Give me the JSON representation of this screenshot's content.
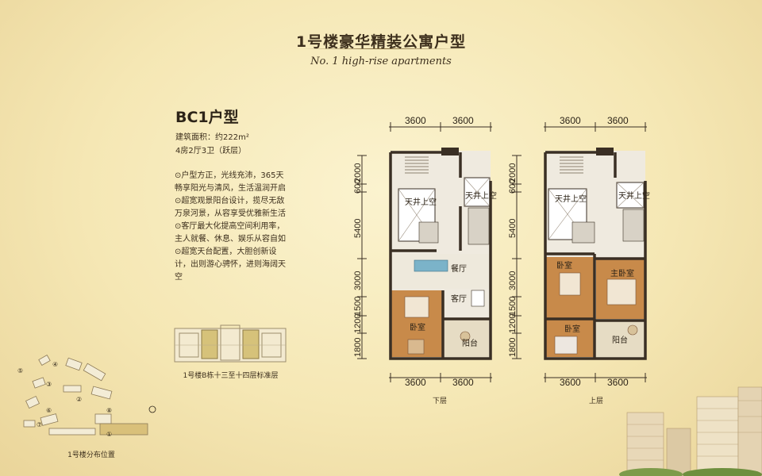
{
  "header": {
    "title_cn": "1号楼豪华精装公寓户型",
    "title_en": "No. 1  high-rise apartments"
  },
  "unit": {
    "name": "BC1户型",
    "area": "建筑面积：约222m²",
    "layout": "4房2厅3卫（跃层）",
    "features": [
      "⊙户型方正，光线充沛，365天畅享阳光与清风，生活温润开启",
      "⊙超宽观景阳台设计，揽尽无敌万泉河景，从容享受优雅新生活",
      "⊙客厅最大化提高空间利用率，主人就餐、休息、娱乐从容自如",
      "⊙超宽天台配置，大胆创新设计，出则游心骋怀，进则海阔天空"
    ]
  },
  "key_plan": {
    "caption": "1号楼B栋十三至十四层标准层"
  },
  "site_map": {
    "caption": "1号楼分布位置",
    "markers": [
      "①",
      "②",
      "③",
      "④",
      "⑤",
      "⑥",
      "⑦",
      "⑧"
    ]
  },
  "plans": {
    "lower": {
      "label": "下层",
      "top_dims": [
        "3600",
        "3600"
      ],
      "bottom_dims": [
        "3600",
        "3600"
      ],
      "side_dims": [
        "2000",
        "600",
        "5400",
        "3000",
        "1500",
        "1200",
        "1800"
      ],
      "rooms": [
        "天井上空",
        "天井上空",
        "餐厅",
        "客厅",
        "卧室",
        "阳台"
      ]
    },
    "upper": {
      "label": "上层",
      "top_dims": [
        "3600",
        "3600"
      ],
      "bottom_dims": [
        "3600",
        "3600"
      ],
      "side_dims": [
        "2000",
        "600",
        "5400",
        "3000",
        "1500",
        "1200",
        "1800"
      ],
      "rooms": [
        "天井上空",
        "天井上空",
        "卧室",
        "主卧室",
        "卧室",
        "阳台"
      ]
    }
  },
  "colors": {
    "wall": "#3a2f24",
    "floor_wood": "#c88a4a",
    "floor_tile": "#eae4d6",
    "background": "#f5e7b4"
  }
}
